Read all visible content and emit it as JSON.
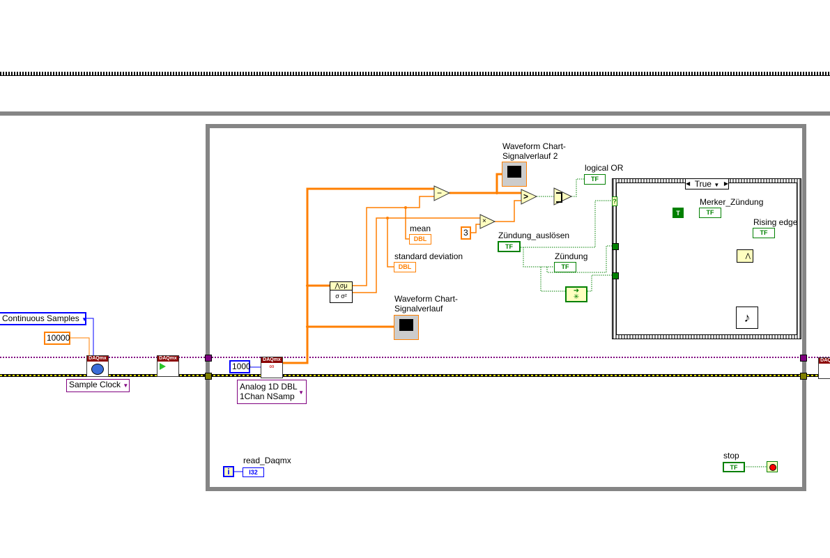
{
  "outer": {
    "sample_mode": "Continuous Samples",
    "rate_const": "10000",
    "timing_type": "Sample Clock",
    "timing_node": "DAQmx",
    "start_node": "DAQmx"
  },
  "loop": {
    "samples_const": "1000",
    "read_node": "DAQmx",
    "read_type_line1": "Analog 1D DBL",
    "read_type_line2": "1Chan NSamp",
    "stats_top": "⋀σμ",
    "stats_bottom": "σ σ²",
    "subtract": "−",
    "greater": ">",
    "multiply": "×",
    "mult_const": "3",
    "chart2_label_line1": "Waveform Chart-",
    "chart2_label_line2": "Signalverlauf 2",
    "chart1_label_line1": "Waveform Chart-",
    "chart1_label_line2": "Signalverlauf",
    "mean_label": "mean",
    "std_label": "standard deviation",
    "dbl": "DBL",
    "tf": "TF",
    "i32": "I32",
    "or_label": "logical OR",
    "zund_ausl_label": "Zündung_auslösen",
    "zund_label": "Zündung",
    "iteration": "i",
    "read_label": "read_Daqmx",
    "stop_label": "stop"
  },
  "case": {
    "selector": "True",
    "condition": "?",
    "true_const": "T",
    "merker_label": "Merker_Zündung",
    "rising_label": "Rising edge"
  },
  "colors": {
    "dbl": "#ff7f00",
    "bool": "#008000",
    "int": "#0000ff",
    "task": "#7f007f",
    "error": "#c8c800",
    "structure": "#808080"
  }
}
